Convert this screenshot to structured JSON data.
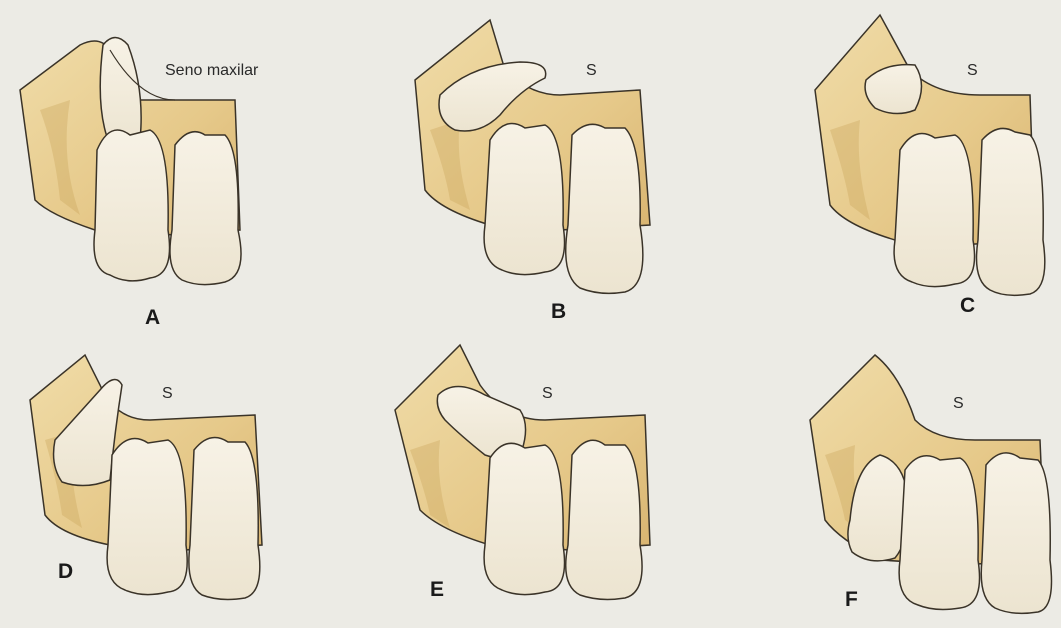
{
  "panels": [
    {
      "id": "A",
      "letter": "A",
      "sinus_label": "Seno maxilar"
    },
    {
      "id": "B",
      "letter": "B",
      "sinus_label": "S"
    },
    {
      "id": "C",
      "letter": "C",
      "sinus_label": "S"
    },
    {
      "id": "D",
      "letter": "D",
      "sinus_label": "S"
    },
    {
      "id": "E",
      "letter": "E",
      "sinus_label": "S"
    },
    {
      "id": "F",
      "letter": "F",
      "sinus_label": "S"
    }
  ],
  "colors": {
    "background": "#ecebe5",
    "bone_fill": "#ead49a",
    "bone_shade": "#c9a25a",
    "tooth_fill": "#f3ede0",
    "outline": "#3a3328"
  }
}
